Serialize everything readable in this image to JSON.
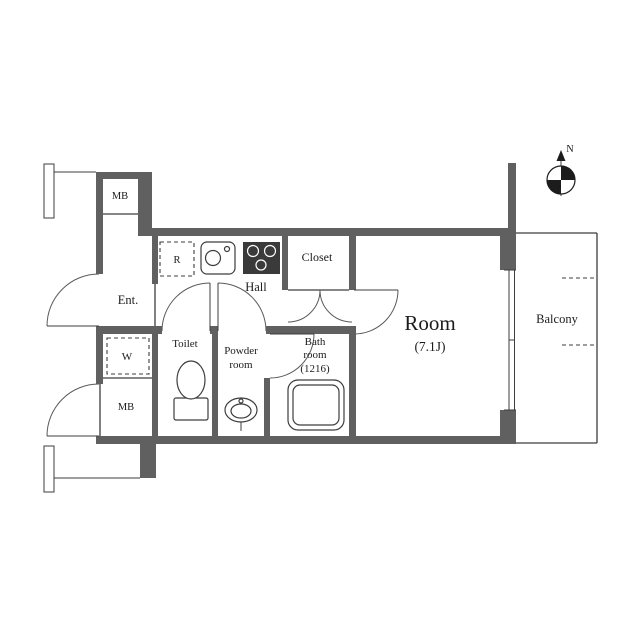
{
  "colors": {
    "wall": "#606060",
    "line": "#3d3d3d",
    "dark_fixture": "#3a3a3a",
    "text": "#1c1c1c"
  },
  "compass": {
    "label": "N"
  },
  "labels": {
    "mb_top": "MB",
    "mb_bottom": "MB",
    "entrance": "Ent.",
    "refrigerator": "R",
    "hall": "Hall",
    "closet": "Closet",
    "washer": "W",
    "toilet": "Toilet",
    "powder_line1": "Powder",
    "powder_line2": "room",
    "bath_line1": "Bath",
    "bath_line2": "room",
    "bath_line3": "(1216)",
    "room": "Room",
    "room_size": "(7.1J)",
    "balcony": "Balcony"
  }
}
